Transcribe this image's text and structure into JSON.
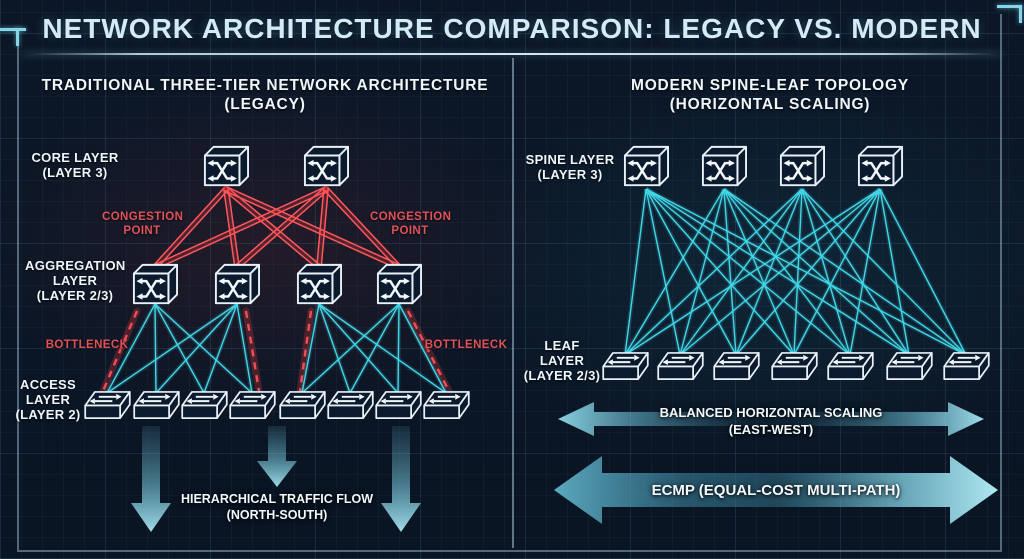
{
  "title": "NETWORK ARCHITECTURE COMPARISON: LEGACY VS. MODERN",
  "left_panel": {
    "heading": "TRADITIONAL THREE-TIER NETWORK ARCHITECTURE",
    "heading_sub": "(LEGACY)",
    "core_layer": {
      "label": "CORE LAYER",
      "sublabel": "(LAYER 3)",
      "switch_count": 2
    },
    "aggregation_layer": {
      "label": "AGGREGATION LAYER",
      "sublabel": "(LAYER 2/3)",
      "switch_count": 4
    },
    "access_layer": {
      "label": "ACCESS LAYER",
      "sublabel": "(LAYER 2)",
      "switch_count": 8
    },
    "congestion_left": "CONGESTION POINT",
    "congestion_right": "CONGESTION POINT",
    "bottleneck_left": "BOTTLENECK",
    "bottleneck_right": "BOTTLENECK",
    "flow_label": "HIERARCHICAL TRAFFIC FLOW",
    "flow_sublabel": "(NORTH-SOUTH)"
  },
  "right_panel": {
    "heading": "MODERN SPINE-LEAF TOPOLOGY",
    "heading_sub": "(HORIZONTAL SCALING)",
    "spine_layer": {
      "label": "SPINE LAYER",
      "sublabel": "(LAYER 3)",
      "switch_count": 4
    },
    "leaf_layer": {
      "label": "LEAF LAYER",
      "sublabel": "(LAYER 2/3)",
      "switch_count": 7
    },
    "scaling_arrow_label": "BALANCED HORIZONTAL SCALING",
    "scaling_arrow_sublabel": "(EAST-WEST)",
    "ecmp_arrow_label": "ECMP (EQUAL-COST MULTI-PATH)"
  },
  "colors": {
    "background": "#0b1727",
    "accent_cyan": "#42d7e7",
    "alert_red": "#ff575c",
    "text_primary": "#eef5fb",
    "title_text": "#d2ebf6"
  }
}
